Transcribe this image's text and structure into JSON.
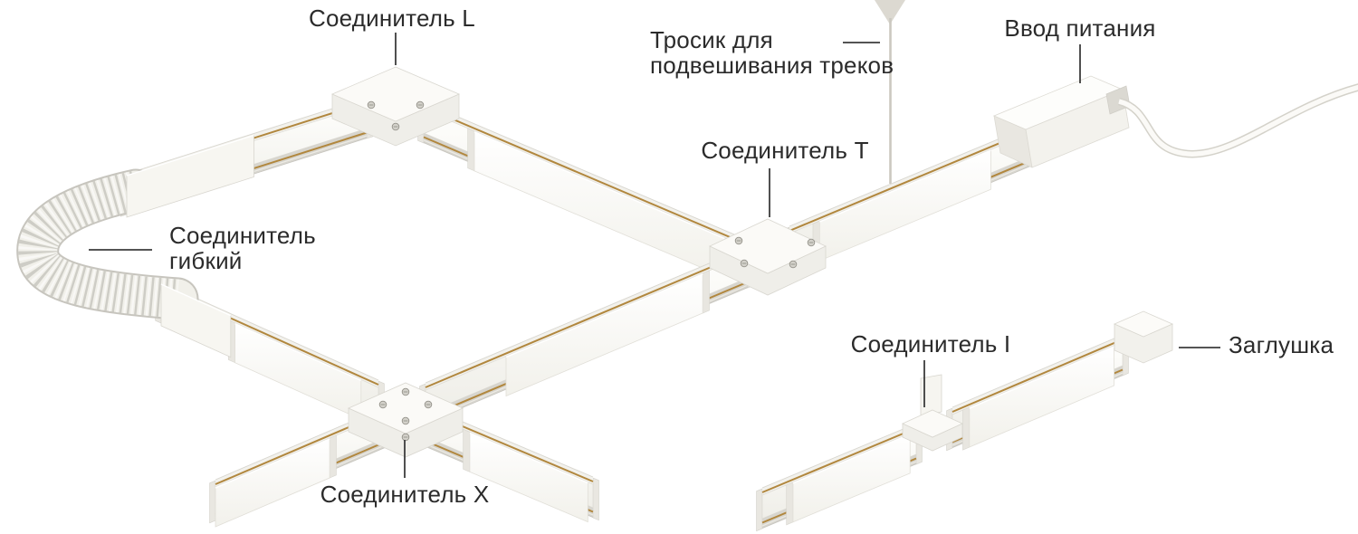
{
  "diagram": {
    "type": "track-lighting-system-diagram",
    "callouts": [
      {
        "id": "connector-l",
        "text": "Соединитель L"
      },
      {
        "id": "suspension-cable",
        "lines": [
          "Тросик для",
          "подвешивания треков"
        ]
      },
      {
        "id": "power-input",
        "text": "Ввод питания"
      },
      {
        "id": "connector-t",
        "text": "Соединитель T"
      },
      {
        "id": "flexible-connector",
        "lines": [
          "Соединитель",
          "гибкий"
        ]
      },
      {
        "id": "connector-x",
        "text": "Соединитель X"
      },
      {
        "id": "connector-i",
        "text": "Соединитель I"
      },
      {
        "id": "end-cap",
        "text": "Заглушка"
      }
    ],
    "colors": {
      "background": "#ffffff",
      "label_text": "#2b2b2b",
      "leader_line": "#3c3c3c",
      "track_white": "#fdfdfb",
      "track_body": "#f1f0ea",
      "track_flange": "#f2f1ec",
      "track_channel": "#d7d5ce",
      "track_edge": "#d8d6cf",
      "track_end_face": "#e9e7e1",
      "conductor_gold": "#b1873e",
      "metal_silver": "#edebe5",
      "screw_gray": "#d3d1ca",
      "screw_rim": "#94928a",
      "hose_body": "#f1f0ea",
      "hose_rib": "#c6c4bd",
      "cable_gray": "#cbc8c0",
      "cord_outline": "#d4d2ca",
      "cord_white": "#fbfaf7"
    }
  }
}
